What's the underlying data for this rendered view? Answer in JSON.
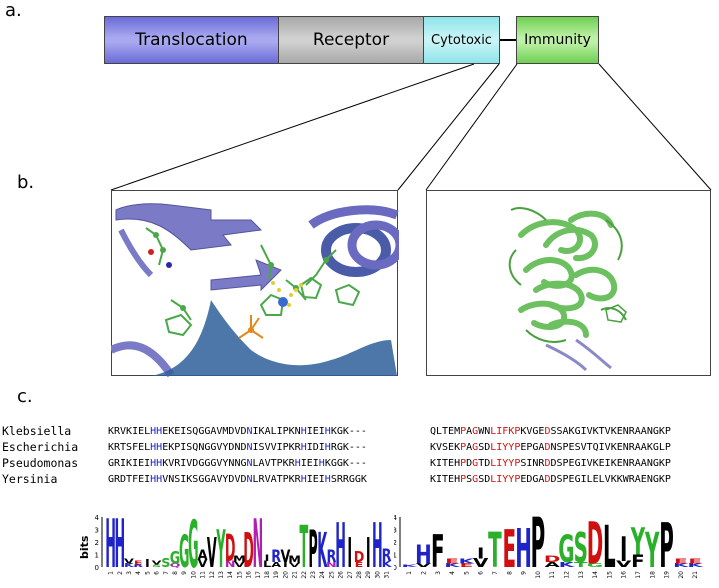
{
  "panel_labels": {
    "a": "a.",
    "b": "b.",
    "c": "c."
  },
  "domains": [
    {
      "label": "Translocation",
      "color_top": "#a9a9f0",
      "color_mid": "#6a6ad8"
    },
    {
      "label": "Receptor",
      "color_top": "#d0d0d0",
      "color_mid": "#a8a8a8"
    },
    {
      "label": "Cytotoxic",
      "color_top": "#c8f4f6",
      "color_mid": "#8ee4ea"
    },
    {
      "label": "Immunity",
      "color_top": "#bff0a8",
      "color_mid": "#6fd052"
    }
  ],
  "species": [
    "Klebsiella",
    "Escherichia",
    "Pseudomonas",
    "Yersinia"
  ],
  "cytotoxic_seqs": [
    [
      {
        "t": "KRVKIEL"
      },
      {
        "t": "HH",
        "c": "b"
      },
      {
        "t": "EKEISQGGAVMDVD"
      },
      {
        "t": "N",
        "c": "b"
      },
      {
        "t": "IKALIPKN"
      },
      {
        "t": "H",
        "c": "b"
      },
      {
        "t": "IEI"
      },
      {
        "t": "H",
        "c": "b"
      },
      {
        "t": "KGK---"
      }
    ],
    [
      {
        "t": "KRTSFEL"
      },
      {
        "t": "HH",
        "c": "b"
      },
      {
        "t": "EKPISQNGGVYDND"
      },
      {
        "t": "N",
        "c": "b"
      },
      {
        "t": "ISVVIPKR"
      },
      {
        "t": "H",
        "c": "b"
      },
      {
        "t": "IDI"
      },
      {
        "t": "H",
        "c": "b"
      },
      {
        "t": "RGK---"
      }
    ],
    [
      {
        "t": "GRIKIEI"
      },
      {
        "t": "HH",
        "c": "b"
      },
      {
        "t": "KVRIVDGGGVYNNG"
      },
      {
        "t": "N",
        "c": "b"
      },
      {
        "t": "LAVTPKR"
      },
      {
        "t": "H",
        "c": "b"
      },
      {
        "t": "IEI"
      },
      {
        "t": "H",
        "c": "b"
      },
      {
        "t": "KGGK---"
      }
    ],
    [
      {
        "t": "GRDTFEI"
      },
      {
        "t": "HH",
        "c": "b"
      },
      {
        "t": "VNSIKSGGAVYDVD"
      },
      {
        "t": "N",
        "c": "b"
      },
      {
        "t": "LRVATPKR"
      },
      {
        "t": "H",
        "c": "b"
      },
      {
        "t": "IEI"
      },
      {
        "t": "H",
        "c": "b"
      },
      {
        "t": "SRRGGK"
      }
    ]
  ],
  "immunity_seqs": [
    [
      {
        "t": "QLTEM"
      },
      {
        "t": "P",
        "c": "r"
      },
      {
        "t": "A"
      },
      {
        "t": "G",
        "c": "r"
      },
      {
        "t": "WN"
      },
      {
        "t": "LIFKP",
        "c": "r"
      },
      {
        "t": "KVGE"
      },
      {
        "t": "D",
        "c": "r"
      },
      {
        "t": "SSAKGIVKTVKENRAANGKP"
      }
    ],
    [
      {
        "t": "KVSEK"
      },
      {
        "t": "P",
        "c": "r"
      },
      {
        "t": "A"
      },
      {
        "t": "G",
        "c": "r"
      },
      {
        "t": "SD"
      },
      {
        "t": "LIYYP",
        "c": "r"
      },
      {
        "t": "EPGA"
      },
      {
        "t": "D",
        "c": "r"
      },
      {
        "t": "NSPESVTQIVKENRAAKGLP"
      }
    ],
    [
      {
        "t": "KITEH"
      },
      {
        "t": "P",
        "c": "r"
      },
      {
        "t": "D"
      },
      {
        "t": "G",
        "c": "r"
      },
      {
        "t": "TD"
      },
      {
        "t": "LIYYP",
        "c": "r"
      },
      {
        "t": "SINR"
      },
      {
        "t": "D",
        "c": "r"
      },
      {
        "t": "DSPEGIVKEIKENRAANGKP"
      }
    ],
    [
      {
        "t": "KITEH"
      },
      {
        "t": "P",
        "c": "r"
      },
      {
        "t": "S"
      },
      {
        "t": "G",
        "c": "r"
      },
      {
        "t": "SD"
      },
      {
        "t": "LIYYP",
        "c": "r"
      },
      {
        "t": "EDGA"
      },
      {
        "t": "D",
        "c": "r"
      },
      {
        "t": "DSPEGILELVKKWRAENGKP"
      }
    ]
  ],
  "logo_axis_label": "bits",
  "logo_yticks": [
    "0",
    "1",
    "2",
    "3",
    "4"
  ],
  "logo_left": [
    {
      "pos": "1",
      "l": [
        {
          "ch": "H",
          "h": 3.9,
          "col": "#1f24c8"
        }
      ]
    },
    {
      "pos": "2",
      "l": [
        {
          "ch": "H",
          "h": 3.9,
          "col": "#1f24c8"
        }
      ]
    },
    {
      "pos": "3",
      "l": [
        {
          "ch": "V",
          "h": 0.4,
          "col": "#000"
        },
        {
          "ch": "K",
          "h": 0.3,
          "col": "#1f24c8"
        }
      ]
    },
    {
      "pos": "4",
      "l": [
        {
          "ch": "E",
          "h": 0.3,
          "col": "#d01010"
        },
        {
          "ch": "R",
          "h": 0.2,
          "col": "#1f24c8"
        }
      ]
    },
    {
      "pos": "5",
      "l": [
        {
          "ch": "I",
          "h": 0.6,
          "col": "#000"
        }
      ]
    },
    {
      "pos": "6",
      "l": [
        {
          "ch": "V",
          "h": 0.3,
          "col": "#000"
        },
        {
          "ch": "S",
          "h": 0.2,
          "col": "#2ab02a"
        }
      ]
    },
    {
      "pos": "7",
      "l": [
        {
          "ch": "S",
          "h": 0.7,
          "col": "#2ab02a"
        }
      ]
    },
    {
      "pos": "8",
      "l": [
        {
          "ch": "G",
          "h": 1.0,
          "col": "#2ab02a"
        },
        {
          "ch": "Q",
          "h": 0.3,
          "col": "#b020b0"
        }
      ]
    },
    {
      "pos": "9",
      "l": [
        {
          "ch": "G",
          "h": 2.6,
          "col": "#2ab02a"
        }
      ]
    },
    {
      "pos": "10",
      "l": [
        {
          "ch": "G",
          "h": 3.8,
          "col": "#2ab02a"
        }
      ]
    },
    {
      "pos": "11",
      "l": [
        {
          "ch": "A",
          "h": 0.8,
          "col": "#000"
        },
        {
          "ch": "V",
          "h": 0.6,
          "col": "#000"
        }
      ]
    },
    {
      "pos": "12",
      "l": [
        {
          "ch": "V",
          "h": 2.4,
          "col": "#000"
        }
      ]
    },
    {
      "pos": "13",
      "l": [
        {
          "ch": "Y",
          "h": 3.0,
          "col": "#2ab02a"
        }
      ]
    },
    {
      "pos": "14",
      "l": [
        {
          "ch": "D",
          "h": 2.2,
          "col": "#d01010"
        },
        {
          "ch": "N",
          "h": 0.5,
          "col": "#b020b0"
        }
      ]
    },
    {
      "pos": "15",
      "l": [
        {
          "ch": "M",
          "h": 0.5,
          "col": "#000"
        },
        {
          "ch": "V",
          "h": 0.4,
          "col": "#000"
        }
      ]
    },
    {
      "pos": "16",
      "l": [
        {
          "ch": "D",
          "h": 2.8,
          "col": "#d01010"
        }
      ]
    },
    {
      "pos": "17",
      "l": [
        {
          "ch": "N",
          "h": 3.9,
          "col": "#b020b0"
        }
      ]
    },
    {
      "pos": "18",
      "l": [
        {
          "ch": "I",
          "h": 0.5,
          "col": "#000"
        },
        {
          "ch": "L",
          "h": 0.5,
          "col": "#000"
        }
      ]
    },
    {
      "pos": "19",
      "l": [
        {
          "ch": "R",
          "h": 1.0,
          "col": "#1f24c8"
        },
        {
          "ch": "A",
          "h": 0.4,
          "col": "#000"
        }
      ]
    },
    {
      "pos": "20",
      "l": [
        {
          "ch": "V",
          "h": 1.0,
          "col": "#000"
        },
        {
          "ch": "I",
          "h": 0.4,
          "col": "#000"
        }
      ]
    },
    {
      "pos": "21",
      "l": [
        {
          "ch": "M",
          "h": 0.6,
          "col": "#000"
        },
        {
          "ch": "V",
          "h": 0.3,
          "col": "#000"
        }
      ]
    },
    {
      "pos": "22",
      "l": [
        {
          "ch": "T",
          "h": 3.4,
          "col": "#2ab02a"
        }
      ]
    },
    {
      "pos": "23",
      "l": [
        {
          "ch": "P",
          "h": 3.0,
          "col": "#000"
        }
      ]
    },
    {
      "pos": "24",
      "l": [
        {
          "ch": "K",
          "h": 2.8,
          "col": "#1f24c8"
        }
      ]
    },
    {
      "pos": "25",
      "l": [
        {
          "ch": "R",
          "h": 1.0,
          "col": "#1f24c8"
        },
        {
          "ch": "N",
          "h": 0.4,
          "col": "#b020b0"
        }
      ]
    },
    {
      "pos": "26",
      "l": [
        {
          "ch": "H",
          "h": 3.6,
          "col": "#1f24c8"
        }
      ]
    },
    {
      "pos": "27",
      "l": [
        {
          "ch": "I",
          "h": 2.4,
          "col": "#000"
        }
      ]
    },
    {
      "pos": "28",
      "l": [
        {
          "ch": "D",
          "h": 0.9,
          "col": "#d01010"
        },
        {
          "ch": "E",
          "h": 0.4,
          "col": "#d01010"
        }
      ]
    },
    {
      "pos": "29",
      "l": [
        {
          "ch": "I",
          "h": 2.4,
          "col": "#000"
        }
      ]
    },
    {
      "pos": "30",
      "l": [
        {
          "ch": "H",
          "h": 3.6,
          "col": "#1f24c8"
        }
      ]
    },
    {
      "pos": "31",
      "l": [
        {
          "ch": "R",
          "h": 1.0,
          "col": "#1f24c8"
        },
        {
          "ch": "K",
          "h": 0.5,
          "col": "#1f24c8"
        }
      ]
    }
  ],
  "logo_right": [
    {
      "pos": "1",
      "l": [
        {
          "ch": "K",
          "h": 0.2,
          "col": "#1f24c8"
        }
      ]
    },
    {
      "pos": "2",
      "l": [
        {
          "ch": "H",
          "h": 1.5,
          "col": "#1f24c8"
        },
        {
          "ch": "V",
          "h": 0.3,
          "col": "#000"
        }
      ]
    },
    {
      "pos": "3",
      "l": [
        {
          "ch": "F",
          "h": 2.6,
          "col": "#000"
        }
      ]
    },
    {
      "pos": "4",
      "l": [
        {
          "ch": "E",
          "h": 0.4,
          "col": "#d01010"
        },
        {
          "ch": "K",
          "h": 0.3,
          "col": "#1f24c8"
        }
      ]
    },
    {
      "pos": "5",
      "l": [
        {
          "ch": "K",
          "h": 0.4,
          "col": "#1f24c8"
        },
        {
          "ch": "E",
          "h": 0.3,
          "col": "#d01010"
        }
      ]
    },
    {
      "pos": "6",
      "l": [
        {
          "ch": "I",
          "h": 0.9,
          "col": "#000"
        },
        {
          "ch": "V",
          "h": 0.7,
          "col": "#000"
        }
      ]
    },
    {
      "pos": "7",
      "l": [
        {
          "ch": "T",
          "h": 2.8,
          "col": "#2ab02a"
        }
      ]
    },
    {
      "pos": "8",
      "l": [
        {
          "ch": "E",
          "h": 3.0,
          "col": "#d01010"
        }
      ]
    },
    {
      "pos": "9",
      "l": [
        {
          "ch": "H",
          "h": 3.1,
          "col": "#1f24c8"
        }
      ]
    },
    {
      "pos": "10",
      "l": [
        {
          "ch": "P",
          "h": 4.0,
          "col": "#000"
        }
      ]
    },
    {
      "pos": "11",
      "l": [
        {
          "ch": "D",
          "h": 0.5,
          "col": "#d01010"
        },
        {
          "ch": "A",
          "h": 0.4,
          "col": "#000"
        }
      ]
    },
    {
      "pos": "12",
      "l": [
        {
          "ch": "G",
          "h": 2.2,
          "col": "#2ab02a"
        },
        {
          "ch": "K",
          "h": 0.4,
          "col": "#1f24c8"
        }
      ]
    },
    {
      "pos": "13",
      "l": [
        {
          "ch": "S",
          "h": 2.4,
          "col": "#2ab02a"
        },
        {
          "ch": "T",
          "h": 0.4,
          "col": "#2ab02a"
        }
      ]
    },
    {
      "pos": "14",
      "l": [
        {
          "ch": "D",
          "h": 3.4,
          "col": "#d01010"
        },
        {
          "ch": "G",
          "h": 0.3,
          "col": "#2ab02a"
        }
      ]
    },
    {
      "pos": "15",
      "l": [
        {
          "ch": "L",
          "h": 3.4,
          "col": "#000"
        }
      ]
    },
    {
      "pos": "16",
      "l": [
        {
          "ch": "I",
          "h": 2.0,
          "col": "#000"
        },
        {
          "ch": "V",
          "h": 0.5,
          "col": "#000"
        }
      ]
    },
    {
      "pos": "17",
      "l": [
        {
          "ch": "Y",
          "h": 2.2,
          "col": "#2ab02a"
        },
        {
          "ch": "F",
          "h": 1.0,
          "col": "#000"
        }
      ]
    },
    {
      "pos": "18",
      "l": [
        {
          "ch": "Y",
          "h": 2.8,
          "col": "#2ab02a"
        }
      ]
    },
    {
      "pos": "19",
      "l": [
        {
          "ch": "P",
          "h": 3.6,
          "col": "#000"
        }
      ]
    },
    {
      "pos": "20",
      "l": [
        {
          "ch": "E",
          "h": 0.4,
          "col": "#d01010"
        },
        {
          "ch": "K",
          "h": 0.3,
          "col": "#1f24c8"
        }
      ]
    },
    {
      "pos": "21",
      "l": [
        {
          "ch": "E",
          "h": 0.4,
          "col": "#d01010"
        },
        {
          "ch": "K",
          "h": 0.3,
          "col": "#1f24c8"
        }
      ]
    }
  ]
}
